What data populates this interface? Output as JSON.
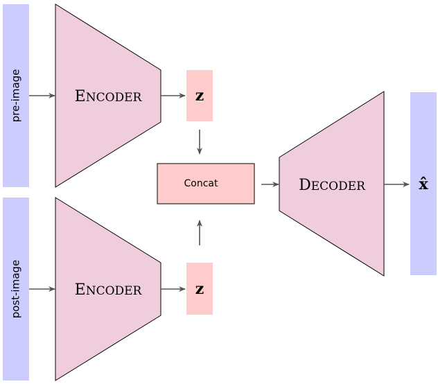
{
  "inputs": {
    "pre": "pre-image",
    "post": "post-image"
  },
  "encoder": {
    "label_cap": "E",
    "label_rest": "NCODER"
  },
  "decoder": {
    "label_cap": "D",
    "label_rest": "ECODER"
  },
  "latent": {
    "label": "z"
  },
  "concat": {
    "label": "Concat"
  },
  "output": {
    "label": "x̂"
  },
  "colors": {
    "input_bar": "#ccccff",
    "encoder_fill": "#f0cddd",
    "latent_fill": "#ffcccc",
    "concat_fill": "#ffcccc",
    "arrow": "#555555",
    "outline": "#000000"
  }
}
